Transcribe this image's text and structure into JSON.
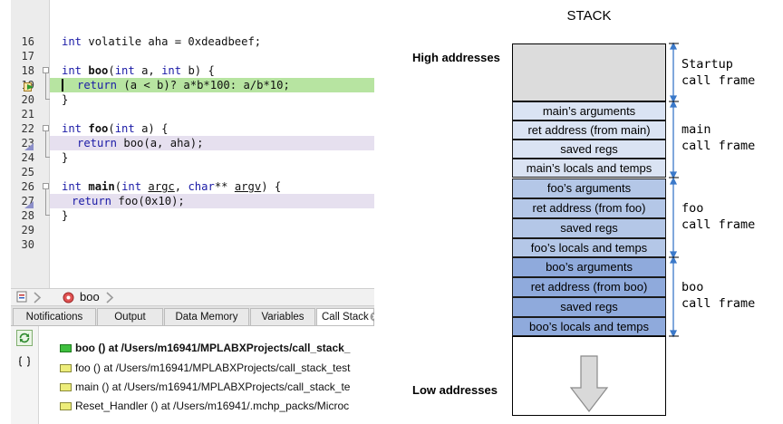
{
  "editor": {
    "line_numbers": [
      "16",
      "17",
      "18",
      "19",
      "20",
      "21",
      "22",
      "23",
      "24",
      "25",
      "26",
      "27",
      "28",
      "29",
      "30"
    ],
    "lines": {
      "l16": {
        "type": "int",
        "rest": " volatile aha = 0xdeadbeef;"
      },
      "l18": {
        "type": "int",
        "name": "boo",
        "open": "(",
        "type2": "int",
        "mid": " a, ",
        "type3": "int",
        "rest": " b) {"
      },
      "l19": {
        "kw": "return",
        "rest": " (a < b)? a*b*100: a/b*10;"
      },
      "l20": {
        "text": "}"
      },
      "l22": {
        "type": "int",
        "name": "foo",
        "open": "(",
        "type2": "int",
        "rest": " a) {"
      },
      "l23": {
        "kw": "return",
        "rest": " boo(a, aha);"
      },
      "l24": {
        "text": "}"
      },
      "l26": {
        "type": "int",
        "name": "main",
        "open": "(",
        "type2": "int",
        "sp": " ",
        "argc": "argc",
        "comma": ", ",
        "type3": "char",
        "stars": "** ",
        "argv": "argv",
        "rest": ") {"
      },
      "l27": {
        "kw": "return",
        "rest": " foo(0x10);"
      },
      "l28": {
        "text": "}"
      }
    },
    "colors": {
      "current_line": "#b7e4a1",
      "caller_line": "#e6e0ef",
      "keyword": "#1a1aa6"
    }
  },
  "breadcrumb": {
    "function": "boo"
  },
  "tabs": [
    "Notifications",
    "Output",
    "Data Memory",
    "Variables",
    "Call Stack"
  ],
  "call_stack": {
    "frames": [
      "boo () at /Users/m16941/MPLABXProjects/call_stack_",
      "foo () at /Users/m16941/MPLABXProjects/call_stack_test",
      "main () at /Users/m16941/MPLABXProjects/call_stack_te",
      "Reset_Handler () at /Users/m16941/.mchp_packs/Microc"
    ]
  },
  "diagram": {
    "title": "STACK",
    "high_label": "High addresses",
    "low_label": "Low addresses",
    "cells": [
      "main’s arguments",
      "ret address (from main)",
      "saved regs",
      "main’s locals and temps",
      "foo’s arguments",
      "ret address (from foo)",
      "saved regs",
      "foo’s locals and temps",
      "boo’s arguments",
      "ret address (from boo)",
      "saved regs",
      "boo’s locals and temps"
    ],
    "frame_labels": [
      "Startup\ncall frame",
      "main\ncall frame",
      "foo\ncall frame",
      "boo\ncall frame"
    ],
    "colors": {
      "startup": "#dcdcdc",
      "main": "#dae3f3",
      "foo": "#b4c7e7",
      "boo": "#8faadc",
      "arrow": "#3b79c9"
    }
  }
}
